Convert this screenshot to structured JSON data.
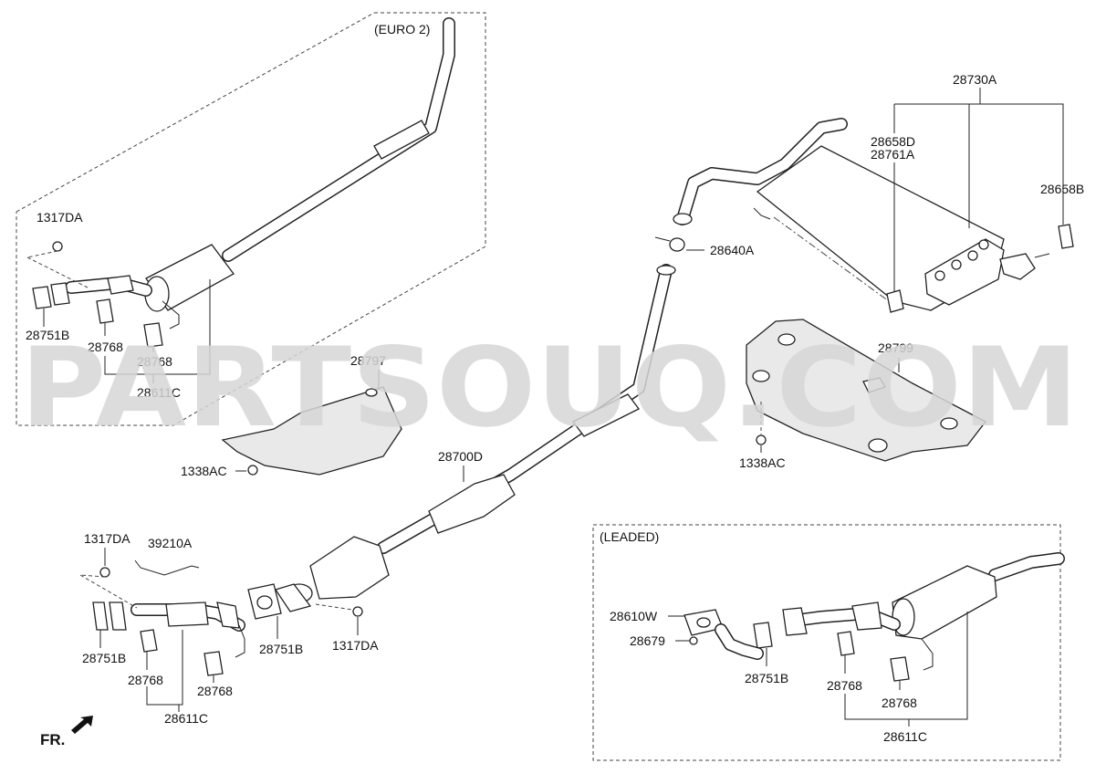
{
  "sections": {
    "euro2": "(EURO 2)",
    "leaded": "(LEADED)"
  },
  "watermark": "PARTSOUQ.COM",
  "direction": "FR.",
  "labels": {
    "p28730A": "28730A",
    "p28658D": "28658D",
    "p28761A": "28761A",
    "p28658B": "28658B",
    "p28640A": "28640A",
    "p28799": "28799",
    "p1338AC_r": "1338AC",
    "p28797": "28797",
    "p1338AC_l": "1338AC",
    "p28700D": "28700D",
    "p1317DA_top": "1317DA",
    "p28751B_top": "28751B",
    "p28768_top1": "28768",
    "p28768_top2": "28768",
    "p28611C_top": "28611C",
    "p1317DA_bl": "1317DA",
    "p39210A": "39210A",
    "p28751B_bl": "28751B",
    "p28768_bl1": "28768",
    "p28768_bl2": "28768",
    "p28611C_bl": "28611C",
    "p28751B_mid": "28751B",
    "p1317DA_mid": "1317DA",
    "p28610W": "28610W",
    "p28679": "28679",
    "p28751B_ld": "28751B",
    "p28768_ld1": "28768",
    "p28768_ld2": "28768",
    "p28611C_ld": "28611C"
  },
  "colors": {
    "ink": "#111111",
    "watermark": "#d7d7d7",
    "shield_fill": "#e9e9e9"
  }
}
